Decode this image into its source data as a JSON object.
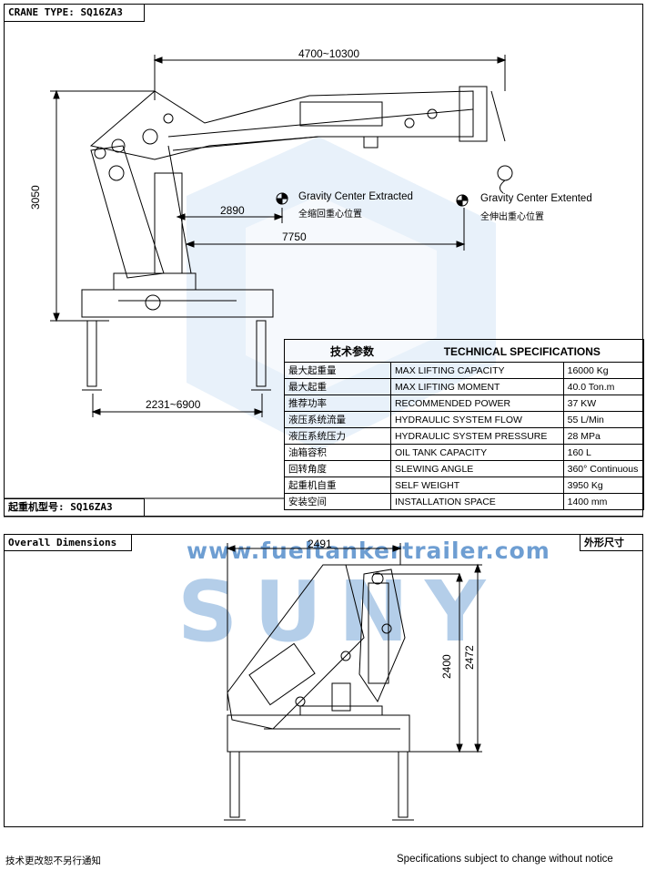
{
  "header": {
    "crane_type": "CRANE TYPE: SQ16ZA3",
    "model_cn": "起重机型号: SQ16ZA3"
  },
  "top_drawing": {
    "dim_reach": "4700~10300",
    "dim_height": "3050",
    "dim_gc_extracted": "2890",
    "dim_gc_extended": "7750",
    "dim_outrigger": "2231~6900",
    "gc_extracted_en": "Gravity Center Extracted",
    "gc_extracted_cn": "全缩回重心位置",
    "gc_extended_en": "Gravity Center Extented",
    "gc_extended_cn": "全伸出重心位置"
  },
  "spec_table": {
    "title_cn": "技术参数",
    "title_en": "TECHNICAL SPECIFICATIONS",
    "rows": [
      {
        "cn": "最大起重量",
        "en": "MAX LIFTING CAPACITY",
        "val": "16000 Kg"
      },
      {
        "cn": "最大起重",
        "en": "MAX LIFTING MOMENT",
        "val": "40.0 Ton.m"
      },
      {
        "cn": "推荐功率",
        "en": "RECOMMENDED POWER",
        "val": "37 KW"
      },
      {
        "cn": "液压系统流量",
        "en": "HYDRAULIC SYSTEM FLOW",
        "val": "55 L/Min"
      },
      {
        "cn": "液压系统压力",
        "en": "HYDRAULIC SYSTEM PRESSURE",
        "val": "28 MPa"
      },
      {
        "cn": "油箱容积",
        "en": "OIL TANK CAPACITY",
        "val": "160 L"
      },
      {
        "cn": "回转角度",
        "en": "SLEWING ANGLE",
        "val": "360° Continuous"
      },
      {
        "cn": "起重机自重",
        "en": "SELF WEIGHT",
        "val": "3950 Kg"
      },
      {
        "cn": "安装空间",
        "en": "INSTALLATION SPACE",
        "val": "1400 mm"
      }
    ]
  },
  "overall": {
    "label_en": "Overall Dimensions",
    "label_cn": "外形尺寸",
    "dim_width": "2491",
    "dim_h1": "2400",
    "dim_h2": "2472"
  },
  "watermark": {
    "url": "www.fueltankertrailer.com",
    "brand": "SUNY",
    "color": "#4a86c8"
  },
  "footer": {
    "left_cn": "技术更改恕不另行通知",
    "right_en": "Specifications subject to change without notice"
  }
}
